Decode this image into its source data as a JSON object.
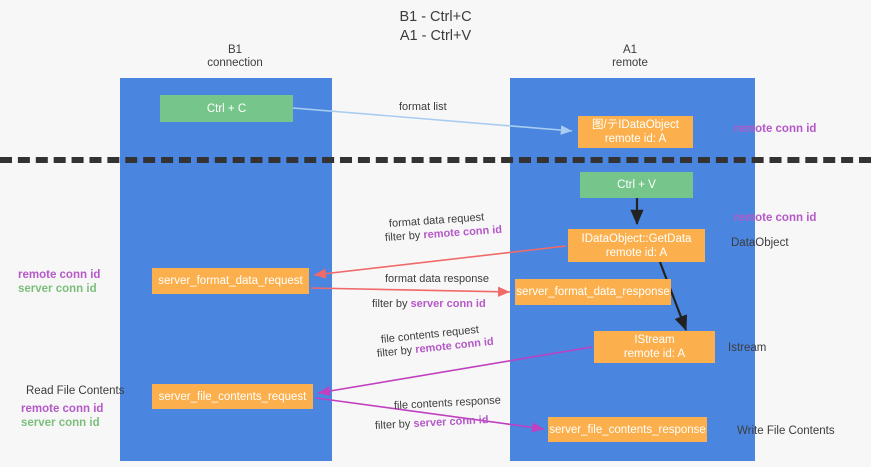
{
  "title": "B1 - Ctrl+C\nA1 - Ctrl+V",
  "columns": {
    "left": {
      "name": "B1",
      "role": "connection"
    },
    "right": {
      "name": "A1",
      "role": "remote"
    }
  },
  "boxes": {
    "ctrl_c": {
      "label": "Ctrl + C",
      "color": "#76c68b"
    },
    "idataobject": {
      "line1": "图/テIDataObject",
      "line2": "remote id: A",
      "color": "#fbb04d"
    },
    "ctrl_v": {
      "label": "Ctrl + V",
      "color": "#76c68b"
    },
    "getdata": {
      "line1": "IDataObject::GetData",
      "line2": "remote id: A",
      "color": "#fbb04d"
    },
    "server_format_data_request": {
      "label": "server_format_data_request",
      "color": "#fbb04d"
    },
    "server_format_data_response": {
      "label": "server_format_data_response",
      "color": "#fbb04d"
    },
    "istream": {
      "line1": "IStream",
      "line2": "remote id: A",
      "color": "#fbb04d"
    },
    "server_file_contents_request": {
      "label": "server_file_contents_request",
      "color": "#fbb04d"
    },
    "server_file_contents_response": {
      "label": "server_file_contents_response",
      "color": "#fbb04d"
    }
  },
  "notes": {
    "remote_conn_id": "remote conn id",
    "server_conn_id": "server conn id",
    "dataobject": "DataObject",
    "istream": "Istream",
    "read_file_contents": "Read File Contents",
    "write_file_contents": "Write File Contents"
  },
  "edges": {
    "format_list": "format list",
    "format_data_request": "format data request",
    "filter_by": "filter by ",
    "format_data_response": "format data response",
    "file_contents_request": "file contents request",
    "file_contents_response": "file contents response"
  },
  "colors": {
    "lane": "#4a86e0",
    "green_box": "#76c68b",
    "orange_box": "#fbb04d",
    "remote_conn": "#b558c8",
    "server_conn": "#7cbf7c",
    "arrow_blue": "#a8cdf0",
    "arrow_red": "#f06a6a",
    "arrow_magenta": "#c040c0",
    "arrow_black": "#222222",
    "divider": "#333333",
    "background": "#f7f7f7"
  }
}
